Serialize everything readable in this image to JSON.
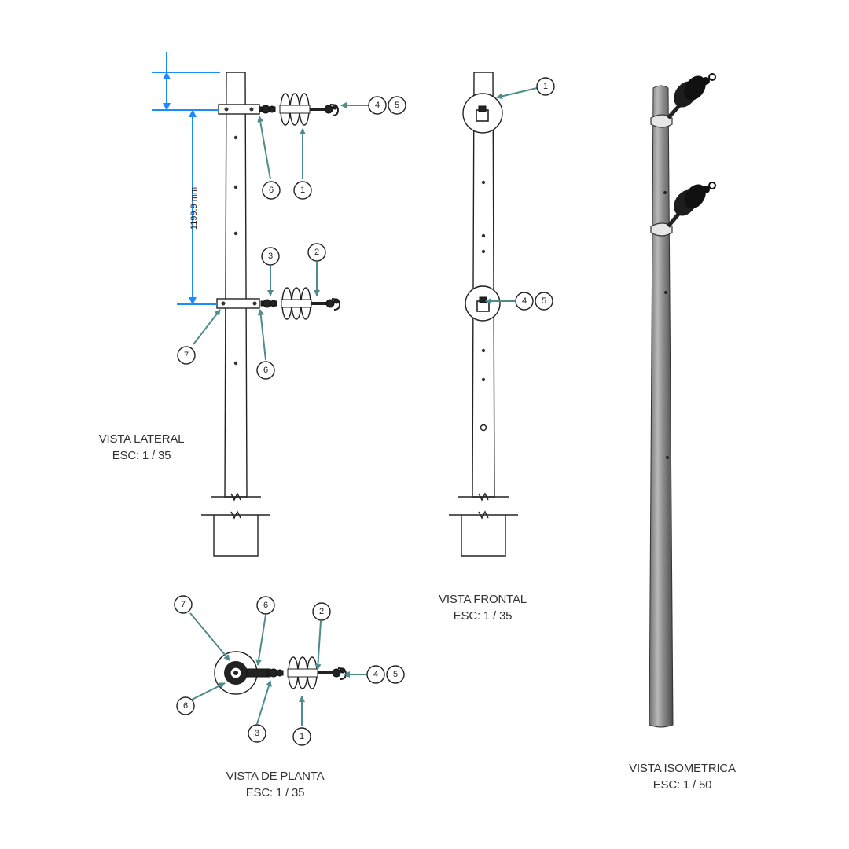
{
  "views": {
    "lateral": {
      "title": "VISTA LATERAL",
      "scale": "ESC: 1 / 35"
    },
    "frontal": {
      "title": "VISTA FRONTAL",
      "scale": "ESC: 1 / 35"
    },
    "planta": {
      "title": "VISTA DE PLANTA",
      "scale": "ESC: 1 / 35"
    },
    "isometrica": {
      "title": "VISTA ISOMETRICA",
      "scale": "ESC: 1 / 50"
    }
  },
  "dimension": {
    "vertical_spacing": "1199.9 mm"
  },
  "callouts": {
    "lateral": [
      "4",
      "5",
      "6",
      "1",
      "3",
      "2",
      "7",
      "6"
    ],
    "frontal": [
      "1",
      "4",
      "5"
    ],
    "planta": [
      "7",
      "6",
      "2",
      "4",
      "5",
      "6",
      "3",
      "1"
    ]
  },
  "colors": {
    "dimension": "#1a8cff",
    "leader": "#4e8c8c",
    "line": "#222222"
  }
}
